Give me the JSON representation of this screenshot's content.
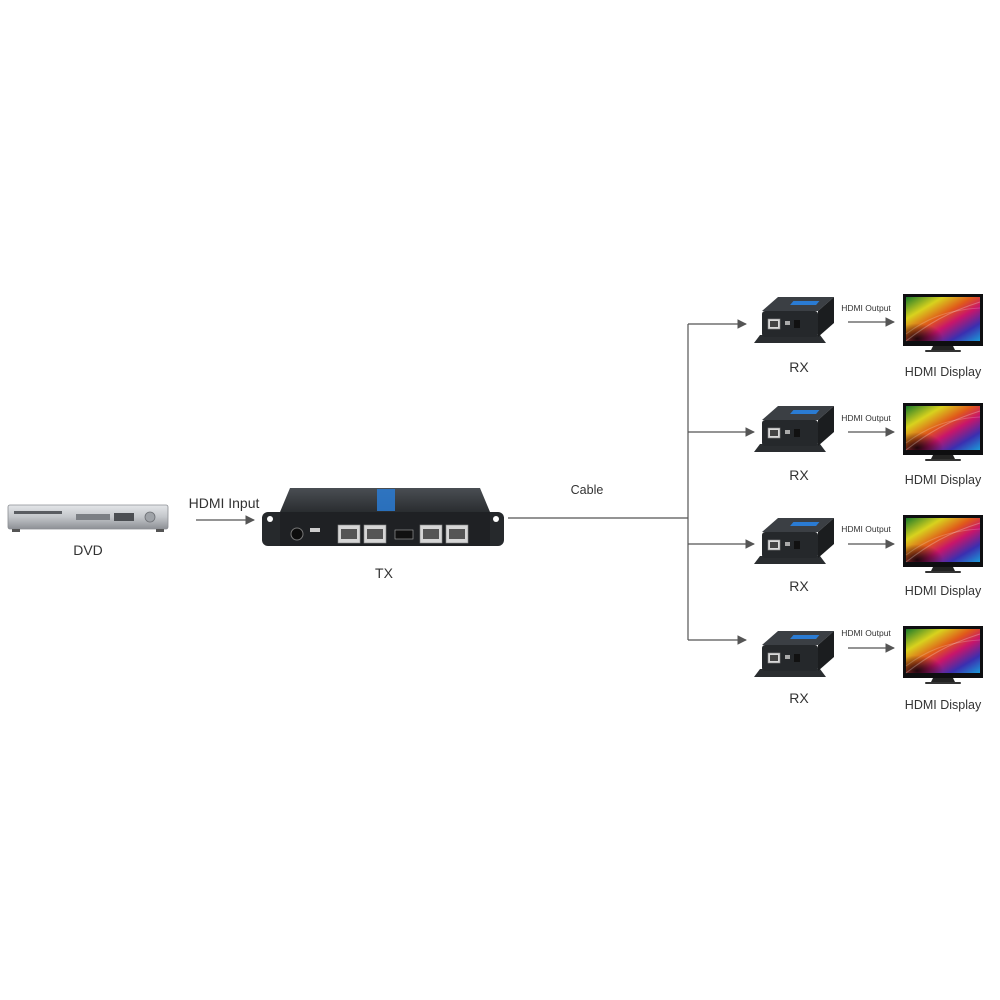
{
  "source": {
    "label": "DVD"
  },
  "input_label": "HDMI Input",
  "transmitter": {
    "label": "TX"
  },
  "cable_label": "Cable",
  "receivers": [
    {
      "label": "RX",
      "output_label": "HDMI Output",
      "display_label": "HDMI Display"
    },
    {
      "label": "RX",
      "output_label": "HDMI Output",
      "display_label": "HDMI Display"
    },
    {
      "label": "RX",
      "output_label": "HDMI Output",
      "display_label": "HDMI Display"
    },
    {
      "label": "RX",
      "output_label": "HDMI Output",
      "display_label": "HDMI Display"
    }
  ],
  "colors": {
    "line": "#555555",
    "device_dark": "#2b2e31",
    "device_face": "#1c1e20",
    "accent_blue": "#2a7bd3",
    "dvd_silver": "#c9ccd0"
  }
}
